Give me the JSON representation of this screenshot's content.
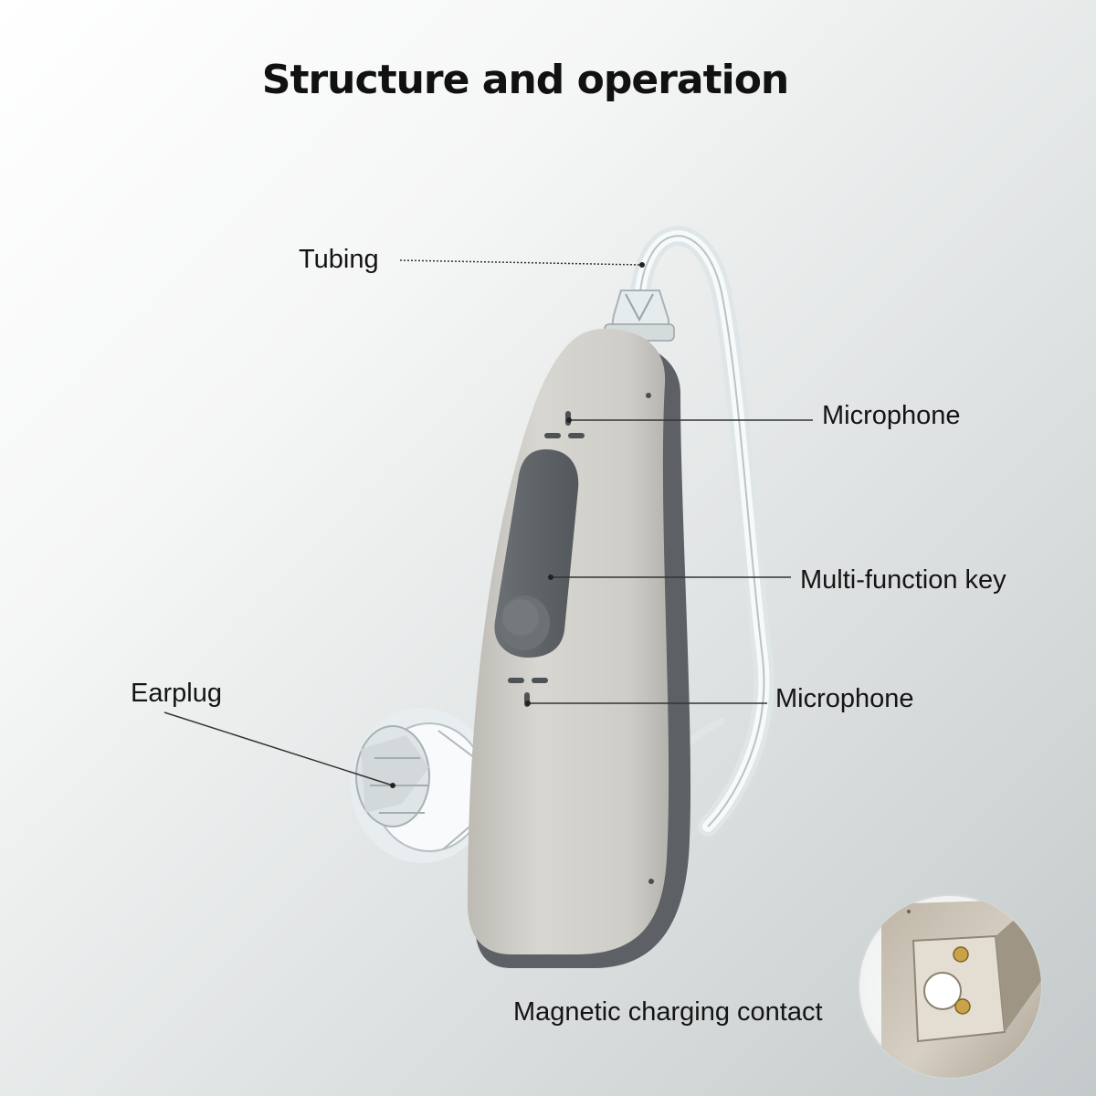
{
  "title": "Structure and operation",
  "labels": {
    "tubing": "Tubing",
    "microphone_top": "Microphone",
    "multi_function_key": "Multi-function key",
    "microphone_bottom": "Microphone",
    "earplug": "Earplug",
    "magnetic_charging_contact": "Magnetic charging contact"
  },
  "colors": {
    "shell": "#d2d0cb",
    "shell_dark": "#5d6166",
    "key": "#5f6468",
    "tube": "#e9eef0",
    "contact_gold": "#c9a24a"
  }
}
